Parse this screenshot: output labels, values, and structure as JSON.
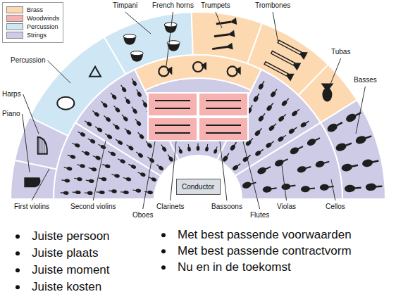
{
  "diagram": {
    "nodes": [
      {
        "text": [
          "Conductor"
        ]
      }
    ],
    "labels": [
      "Timpani",
      "French horns",
      "Trumpets",
      "Trombones",
      "Tubas",
      "Basses",
      "Percussion",
      "Harps",
      "Piano",
      "First violins",
      "Second violins",
      "Oboes",
      "Clarinets",
      "Bassoons",
      "Flutes",
      "Violas",
      "Cellos",
      "Juiste persoon",
      "Juiste plaats",
      "Juiste moment",
      "Juiste kosten",
      "Met best passende voorwaarden",
      "Met best passende contractvorm",
      "Nu en in de toekomst"
    ],
    "legend": [
      {
        "text": "Brass",
        "color": "#fcd9b0"
      },
      {
        "text": "Woodwinds",
        "color": "#f6b2b0"
      },
      {
        "text": "Percussion",
        "color": "#cfe6f4"
      },
      {
        "text": "Strings",
        "color": "#cdcbe6"
      }
    ]
  }
}
